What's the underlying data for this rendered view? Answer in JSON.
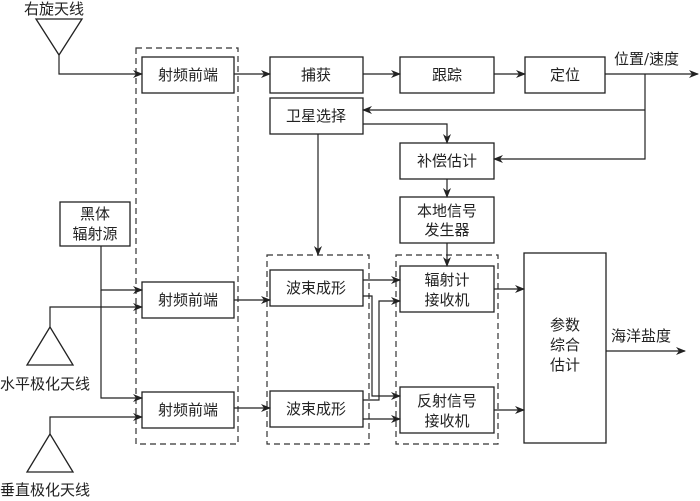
{
  "title": "GNSS-R 与辐射计联合测量海洋盐度系统框图",
  "antennas": {
    "rhcp": "右旋天线",
    "horizontal": "水平极化天线",
    "vertical": "垂直极化天线"
  },
  "blocks": {
    "rf_front_1": "射频前端",
    "rf_front_2": "射频前端",
    "rf_front_3": "射频前端",
    "acquisition": "捕获",
    "tracking": "跟踪",
    "positioning": "定位",
    "satellite_select": "卫星选择",
    "compensation": "补偿估计",
    "local_signal_l1": "本地信号",
    "local_signal_l2": "发生器",
    "blackbody_l1": "黑体",
    "blackbody_l2": "辐射源",
    "beamforming_1": "波束成形",
    "beamforming_2": "波束成形",
    "radiometer_l1": "辐射计",
    "radiometer_l2": "接收机",
    "reflect_l1": "反射信号",
    "reflect_l2": "接收机",
    "param_l1": "参数",
    "param_l2": "综合",
    "param_l3": "估计"
  },
  "outputs": {
    "position_velocity": "位置/速度",
    "salinity": "海洋盐度"
  }
}
